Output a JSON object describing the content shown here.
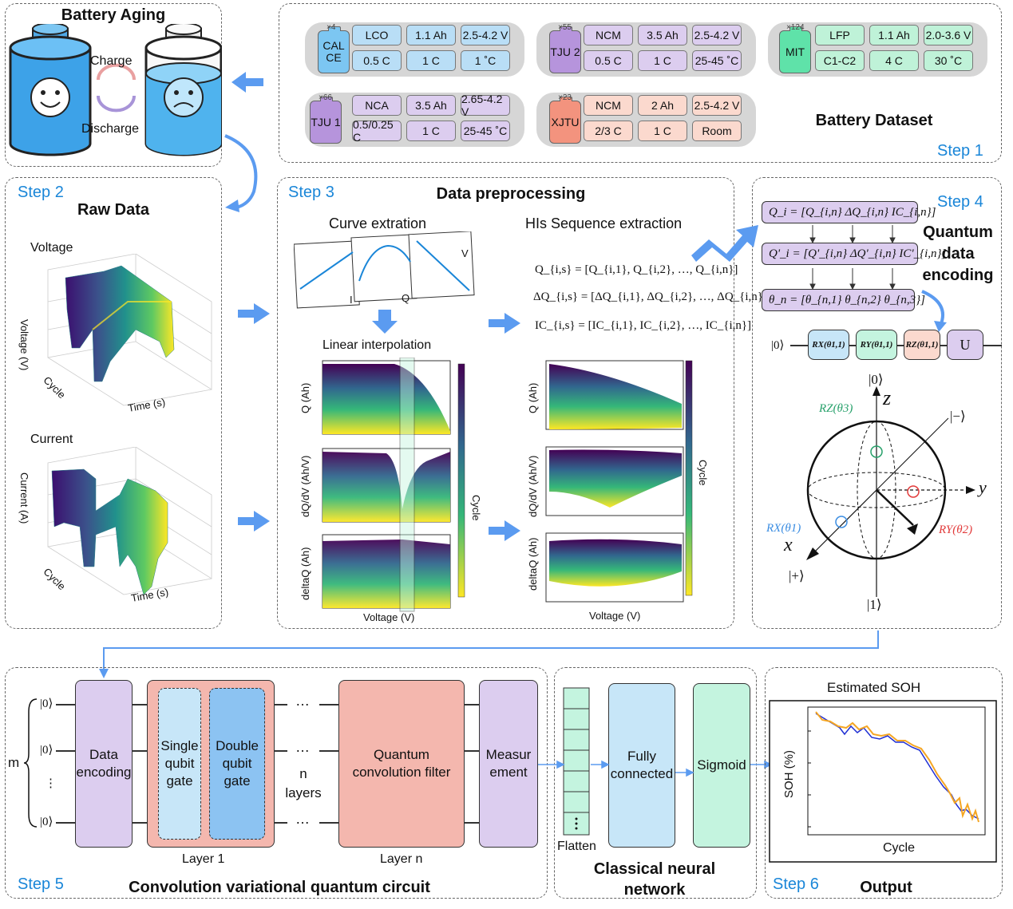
{
  "step1": {
    "label": "Step 1",
    "title": "Battery Dataset",
    "datasets": [
      {
        "name": "CAL CE",
        "count": "×4",
        "cells": [
          "LCO",
          "1.1 Ah",
          "2.5-4.2 V",
          "0.5 C",
          "1 C",
          "1 ˚C"
        ]
      },
      {
        "name": "TJU 2",
        "count": "×55",
        "cells": [
          "NCM",
          "3.5 Ah",
          "2.5-4.2 V",
          "0.5 C",
          "1 C",
          "25-45 ˚C"
        ]
      },
      {
        "name": "MIT",
        "count": "×124",
        "cells": [
          "LFP",
          "1.1 Ah",
          "2.0-3.6 V",
          "C1-C2",
          "4 C",
          "30 ˚C"
        ]
      },
      {
        "name": "TJU 1",
        "count": "×66",
        "cells": [
          "NCA",
          "3.5 Ah",
          "2.65-4.2 V",
          "0.5/0.25 C",
          "1 C",
          "25-45 ˚C"
        ]
      },
      {
        "name": "XJTU",
        "count": "×23",
        "cells": [
          "NCM",
          "2 Ah",
          "2.5-4.2 V",
          "2/3 C",
          "1 C",
          "Room"
        ]
      }
    ]
  },
  "aging": {
    "title": "Battery Aging",
    "charge": "Charge",
    "discharge": "Discharge"
  },
  "step2": {
    "label": "Step 2",
    "title": "Raw Data",
    "voltage_title": "Voltage",
    "voltage_axis": "Voltage (V)",
    "current_title": "Current",
    "current_axis": "Current (A)",
    "cycle_axis": "Cycle",
    "time_axis": "Time (s)"
  },
  "step3": {
    "label": "Step 3",
    "title": "Data preprocessing",
    "curve_title": "Curve extration",
    "interp_title": "Linear interpolation",
    "his_title": "HIs Sequence extraction",
    "curve_tags": [
      "I",
      "Q",
      "V"
    ],
    "eq_q": "Q_{i,s} = [Q_{i,1}, Q_{i,2}, …, Q_{i,n}]",
    "eq_dq": "ΔQ_{i,s} = [ΔQ_{i,1}, ΔQ_{i,2}, …, ΔQ_{i,n}]",
    "eq_ic": "IC_{i,s} = [IC_{i,1}, IC_{i,2}, …, IC_{i,n}]",
    "ylabels": [
      "Q (Ah)",
      "dQ/dV (Ah/V)",
      "deltaQ (Ah)"
    ],
    "xlabel": "Voltage (V)",
    "colorbar": "Cycle"
  },
  "step4": {
    "label": "Step 4",
    "title": "Quantum data encoding",
    "eq1": "Q_i = [Q_{i,n}   ΔQ_{i,n}   IC_{i,n}]",
    "eq2": "Q'_i = [Q'_{i,n}   ΔQ'_{i,n}   IC'_{i,n}]",
    "eq3": "θ_n = [θ_{n,1}   θ_{n,2}   θ_{n,3}]",
    "ket0": "|0⟩",
    "gates": [
      "RX(θ1,1)",
      "RY(θ1,1)",
      "RZ(θ1,1)",
      "U"
    ],
    "bloch": {
      "z": "z",
      "y": "y",
      "x": "x",
      "top": "|0⟩",
      "bottom": "|1⟩",
      "minus": "|−⟩",
      "plus": "|+⟩",
      "rz": "RZ(θ3)",
      "rx": "RX(θ1)",
      "ry": "RY(θ2)"
    }
  },
  "step5": {
    "label": "Step 5",
    "title": "Convolution variational quantum circuit",
    "m": "m",
    "kets": [
      "|0⟩",
      "|0⟩",
      "⋮",
      "|0⟩"
    ],
    "data_encoding": "Data encoding",
    "single_gate": "Single qubit gate",
    "double_gate": "Double qubit gate",
    "layer1": "Layer 1",
    "n_layers": "n layers",
    "dots": "…",
    "conv_filter": "Quantum convolution filter",
    "layer_n": "Layer n",
    "measurement": "Measur ement"
  },
  "nn": {
    "title": "Classical neural network",
    "flatten": "Flatten",
    "fc": "Fully connected",
    "sigmoid": "Sigmoid"
  },
  "step6": {
    "label": "Step 6",
    "title": "Output",
    "chart_title": "Estimated SOH",
    "ylabel": "SOH (%)",
    "xlabel": "Cycle"
  },
  "colors": {
    "accent": "#1a86d8",
    "arrow": "#5b9bf0",
    "block_purple": "#dccdef",
    "block_blue": "#c7e6f8",
    "block_red": "#f4b7ae",
    "block_green": "#c4f4df"
  }
}
